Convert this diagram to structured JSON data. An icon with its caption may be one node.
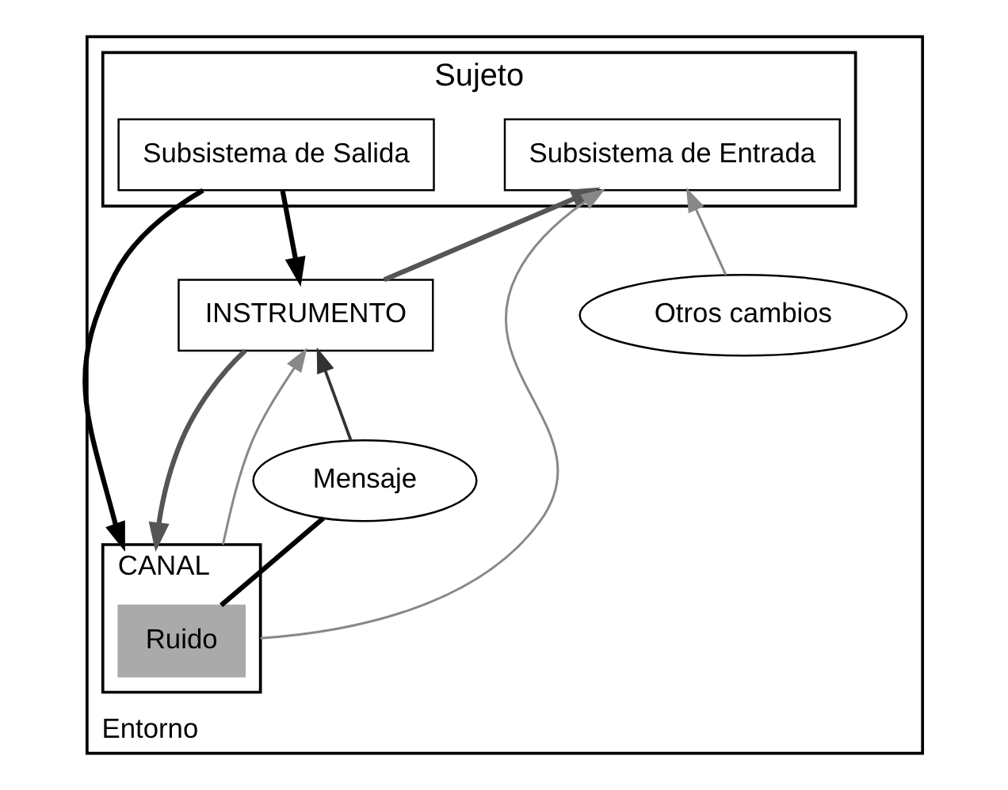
{
  "diagram": {
    "nodes": [
      {
        "text": [
          "Entorno"
        ]
      },
      {
        "text": [
          "Sujeto"
        ],
        "in": 0
      },
      {
        "text": [
          "Subsistema de Salida"
        ],
        "in": 1
      },
      {
        "text": [
          "Subsistema de Entrada"
        ],
        "in": 1
      },
      {
        "text": [
          "INSTRUMENTO"
        ],
        "in": 0
      },
      {
        "text": [
          "CANAL"
        ],
        "in": 0
      },
      {
        "text": [
          "Ruido"
        ],
        "in": 5
      },
      {
        "text": [
          "Mensaje"
        ],
        "in": 0
      },
      {
        "text": [
          "Otros cambios"
        ],
        "in": 0
      }
    ],
    "edges": [
      {
        "from": 2,
        "to": 5,
        "arrow": "to"
      },
      {
        "from": 2,
        "to": 4,
        "arrow": "to"
      },
      {
        "from": 4,
        "to": 5,
        "arrow": "to",
        "color": "#555555"
      },
      {
        "from": 4,
        "to": 3,
        "arrow": "to",
        "color": "#555555"
      },
      {
        "from": 5,
        "to": 4,
        "arrow": "to",
        "color": "#888888"
      },
      {
        "from": 6,
        "to": 7,
        "arrow": "none"
      },
      {
        "from": 7,
        "to": 4,
        "arrow": "to",
        "color": "#333333"
      },
      {
        "from": 5,
        "to": 3,
        "arrow": "to",
        "color": "#888888"
      },
      {
        "from": 8,
        "to": 3,
        "arrow": "to",
        "color": "#888888"
      }
    ]
  }
}
